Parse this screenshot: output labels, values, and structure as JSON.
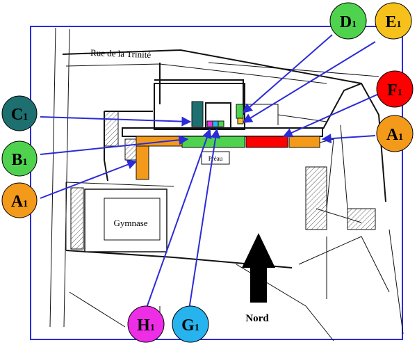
{
  "street_name": "Rue de la Trinité",
  "buildings": {
    "gymnasium": "Gymnase",
    "courtyard_shelter": "Préau"
  },
  "north_label": "Nord",
  "markers": [
    {
      "id": "C1",
      "letter": "C",
      "sub": "1",
      "color": "#1e6f6f"
    },
    {
      "id": "B1",
      "letter": "B",
      "sub": "1",
      "color": "#4fd34f"
    },
    {
      "id": "A1-left",
      "letter": "A",
      "sub": "1",
      "color": "#f39a1b"
    },
    {
      "id": "D1",
      "letter": "D",
      "sub": "1",
      "color": "#4fd34f"
    },
    {
      "id": "E1",
      "letter": "E",
      "sub": "1",
      "color": "#f6c11b"
    },
    {
      "id": "F1",
      "letter": "F",
      "sub": "1",
      "color": "#ff0000"
    },
    {
      "id": "A1-right",
      "letter": "A",
      "sub": "1",
      "color": "#f39a1b"
    },
    {
      "id": "H1",
      "letter": "H",
      "sub": "1",
      "color": "#ee2ee6"
    },
    {
      "id": "G1",
      "letter": "G",
      "sub": "1",
      "color": "#27b4ee"
    }
  ],
  "zone_colors": {
    "orange": "#f39a1b",
    "green": "#4fd34f",
    "red": "#ff0000",
    "teal": "#1e6f6f",
    "blue_arrow": "#2b2bd8"
  }
}
